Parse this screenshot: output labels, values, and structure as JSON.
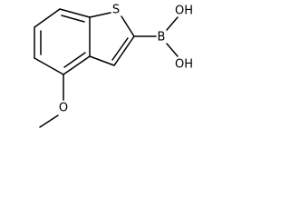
{
  "structure": {
    "atoms": {
      "sulfur": "S",
      "boron": "B",
      "hydroxyl_top": "OH",
      "hydroxyl_bottom": "OH",
      "ether_oxygen": "O"
    }
  }
}
